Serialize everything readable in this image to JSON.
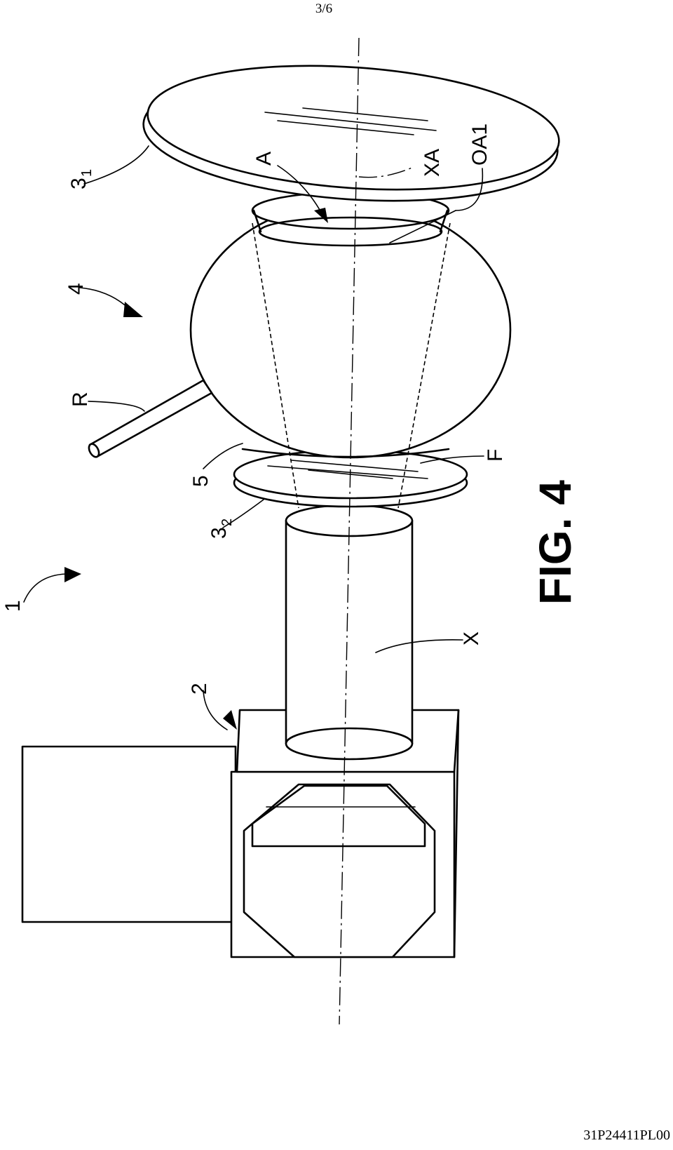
{
  "page": {
    "sheet_number": "3/6",
    "document_id": "31P24411PL00"
  },
  "figure": {
    "caption": "FIG. 4",
    "labels": {
      "device": "1",
      "camera": "2",
      "lens_large": "3",
      "lens_large_sub": "1",
      "lens_small": "3",
      "lens_small_sub": "2",
      "sphere": "4",
      "support": "5",
      "arrow_a": "A",
      "optical_axis_1": "OA1",
      "axis_xa": "XA",
      "axis_x": "X",
      "rod": "R",
      "focus": "F"
    }
  }
}
